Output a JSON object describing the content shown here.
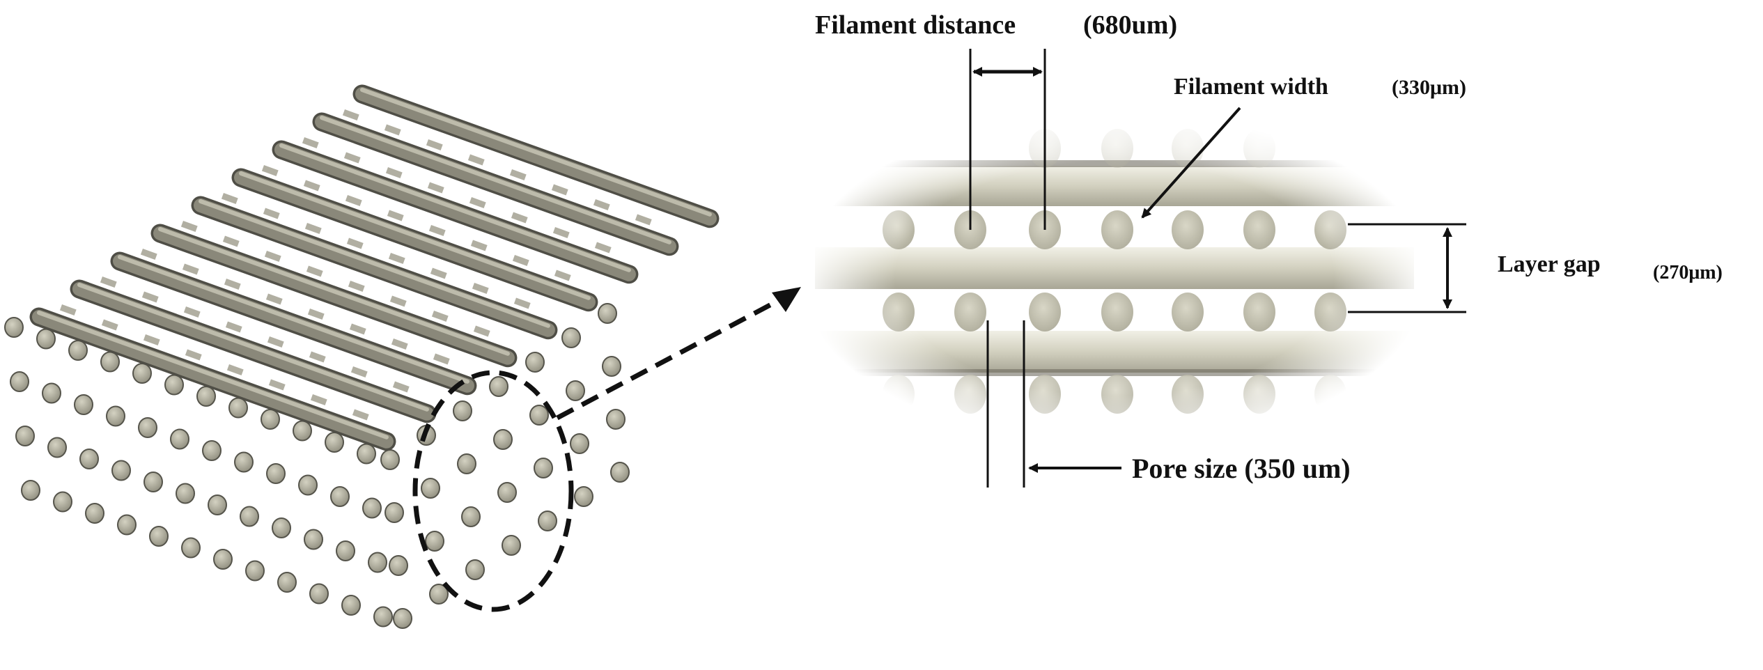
{
  "labels": {
    "filament_distance": "Filament distance",
    "filament_distance_value": "(680um)",
    "filament_width": "Filament width",
    "filament_width_value": "(330μm)",
    "layer_gap": "Layer gap",
    "layer_gap_value": "(270μm)",
    "pore_size": "Pore size (350 um)"
  },
  "colors": {
    "filament_light": "#d6d4c3",
    "filament_mid": "#a6a493",
    "filament_dark": "#5e5d53",
    "annotation": "#111111"
  }
}
